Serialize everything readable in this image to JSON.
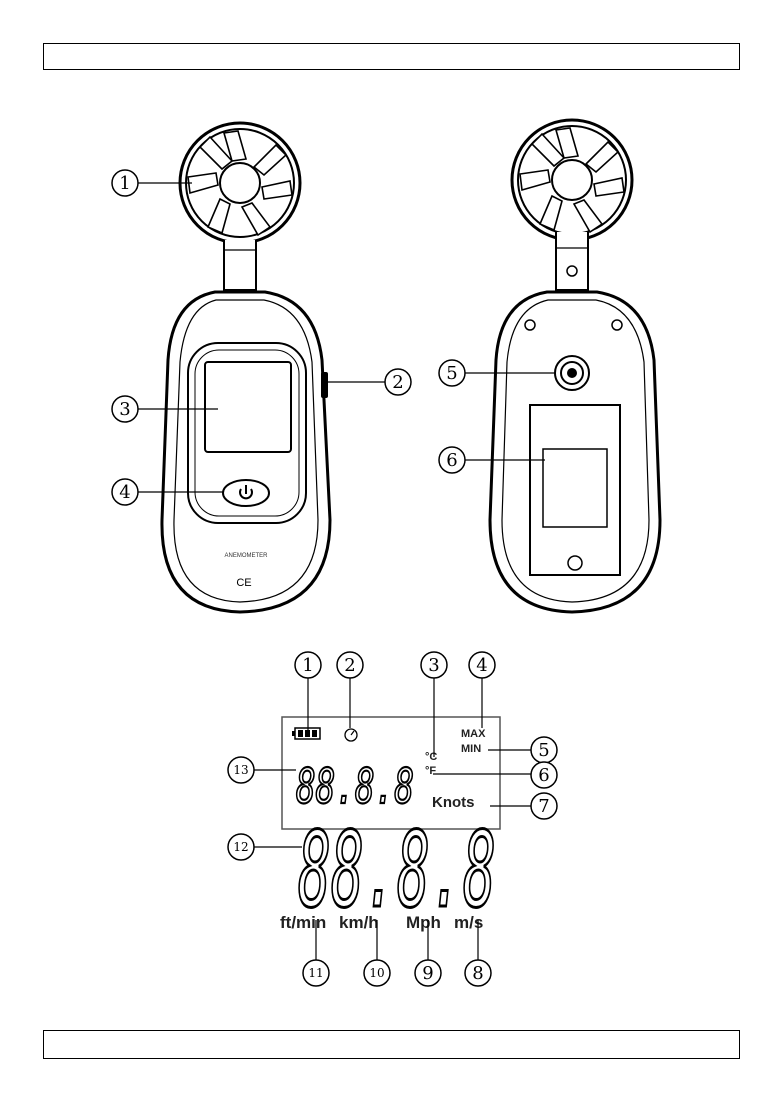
{
  "front_callouts": [
    "1",
    "2",
    "3",
    "4"
  ],
  "back_callouts": [
    "5",
    "6"
  ],
  "device": {
    "model_text": "ANEMOMETER",
    "ce_mark": "CE"
  },
  "lcd": {
    "callouts": [
      "1",
      "2",
      "3",
      "4",
      "5",
      "6",
      "7",
      "8",
      "9",
      "10",
      "11",
      "12",
      "13"
    ],
    "max_label": "MAX",
    "min_label": "MIN",
    "celsius_label": "°C",
    "fahrenheit_label": "°F",
    "knots_label": "Knots",
    "small_digits": "88.8.8",
    "large_digits": "88.8.8",
    "units": [
      "ft/min",
      "km/h",
      "Mph",
      "m/s"
    ]
  },
  "icons": [
    "battery-icon",
    "timer-icon",
    "power-icon",
    "fan-icon",
    "tripod-socket-icon",
    "screw-icon"
  ]
}
